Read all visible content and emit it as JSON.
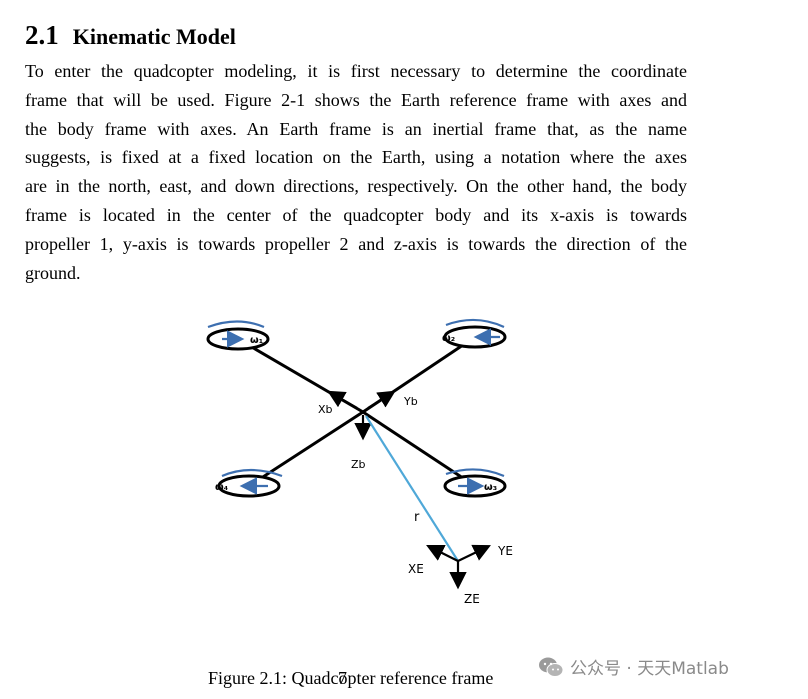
{
  "section": {
    "number": "2.1",
    "title": "Kinematic Model"
  },
  "paragraph_lines": [
    "To enter the quadcopter modeling, it is first necessary to determine the coordinate",
    "frame that will be used. Figure 2-1 shows the Earth reference frame with axes and",
    "the body frame with axes. An Earth frame is an inertial frame that, as the name",
    "suggests, is fixed at a fixed location on the Earth, using a notation where the axes",
    "are in the north, east, and down directions, respectively. On the other hand, the body",
    "frame is located in the center of the quadcopter body and its x-axis is towards",
    "propeller 1, y-axis is towards propeller 2 and z-axis is towards the direction of the",
    "ground."
  ],
  "figure": {
    "rotors": [
      {
        "label": "ω₁"
      },
      {
        "label": "ω₂"
      },
      {
        "label": "ω₃"
      },
      {
        "label": "ω₄"
      }
    ],
    "body_axes": {
      "x": "Xb",
      "y": "Yb",
      "z": "Zb"
    },
    "position_vector": "r",
    "earth_axes": {
      "x": "XE",
      "y": "YE",
      "z": "ZE"
    },
    "colors": {
      "rotor_arrow": "#3d6fb0",
      "position_vector": "#4fa8d8"
    }
  },
  "caption": "Figure 2.1:  Quadcopter reference frame",
  "page_number": "7",
  "watermark": "公众号 · 天天Matlab"
}
